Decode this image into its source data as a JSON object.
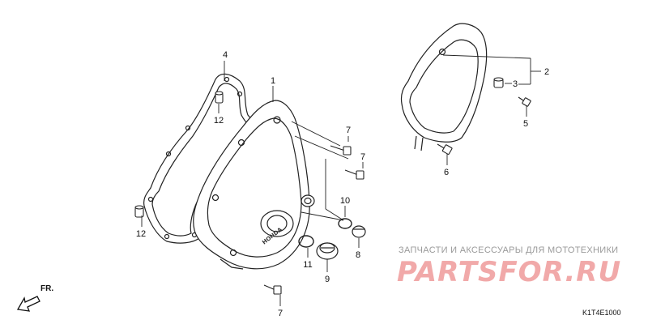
{
  "diagram": {
    "callouts": {
      "part_1": "1",
      "part_2": "2",
      "part_3": "3",
      "part_4": "4",
      "part_5": "5",
      "part_6": "6",
      "part_7_upper": "7",
      "part_7_middle": "7",
      "part_7_lower": "7",
      "part_8": "8",
      "part_9": "9",
      "part_10": "10",
      "part_11": "11",
      "part_12_upper": "12",
      "part_12_lower": "12"
    },
    "direction_label": "FR.",
    "diagram_code": "K1T4E1000"
  },
  "watermark": {
    "tagline": "ЗАПЧАСТИ И АКСЕССУАРЫ ДЛЯ МОТОТЕХНИКИ",
    "brand": "PARTSFOR.RU"
  },
  "colors": {
    "line": "#222222",
    "watermark_text": "#9a9a9a",
    "watermark_logo": "#f1a9a9"
  }
}
